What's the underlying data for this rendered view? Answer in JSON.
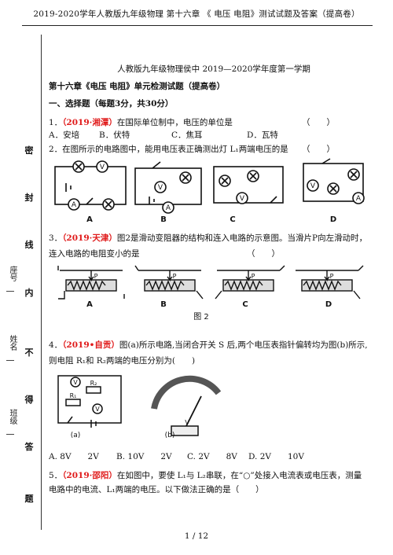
{
  "header": "2019-2020学年人教版九年级物理 第十六章 《 电压 电阻》测试试题及答案（提高卷）",
  "side": {
    "seal_chars": [
      "密",
      "封",
      "线",
      "内",
      "不",
      "得",
      "答",
      "题"
    ],
    "labels": [
      "座号",
      "姓名",
      "班级"
    ]
  },
  "doc": {
    "subtitle": "人教版九年级物理侯中 2019—2020学年度第一学期",
    "chapter": "第十六章《电压 电阻》单元检测试题（提高卷）",
    "section": "一、选择题（每题3分，共30分）"
  },
  "q1": {
    "num": "1．",
    "src": "（2019·湘潭）",
    "text": "在国际单位制中，电压的单位是",
    "blank": "（　　）",
    "options": [
      "A．安培",
      "B．伏特",
      "C．焦耳",
      "D．瓦特"
    ]
  },
  "q2": {
    "text": "2．在图所示的电路图中，能用电压表正确测出灯 L₁两端电压的是",
    "blank": "（　　）",
    "labels": [
      "A",
      "B",
      "C",
      "D"
    ]
  },
  "q3": {
    "num": "3．",
    "src": "（2019·天津）",
    "text": "图2是滑动变阻器的结构和连入电路的示意图。当滑片P向左滑动时，",
    "text2": "连入电路的电阻变小的是",
    "blank": "（　　）",
    "labels": [
      "A",
      "B",
      "C",
      "D"
    ],
    "fig_label": "图 2"
  },
  "q4": {
    "num": "4．",
    "src": "（2019•自贡）",
    "text": "图(a)所示电路,当闭合开关 S 后,两个电压表指针偏转均为图(b)所示,",
    "text2": "则电阻 R₁和 R₂两端的电压分别为(　　)",
    "fig_a": "(a)",
    "fig_b": "(b)",
    "options": [
      "A. 8V　　2V",
      "B. 10V　　2V",
      "C. 2V　　8V",
      "D. 2V　　10V"
    ]
  },
  "q5": {
    "num": "5．",
    "src": "（2019·邵阳）",
    "text": "在如图中，要使 L₁与 L₂串联，在“○”处接入电流表或电压表，测量",
    "text2": "电路中的电流、L₁两端的电压。以下做法正确的是（　　）"
  },
  "footer": "1 / 12"
}
